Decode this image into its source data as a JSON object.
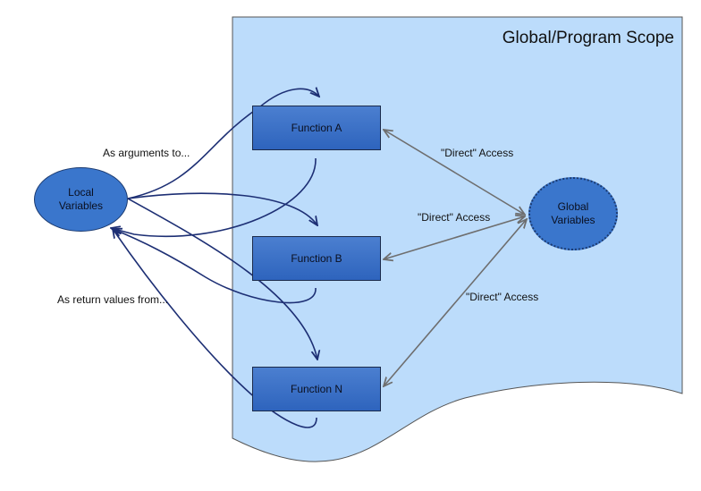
{
  "scope_title": "Global/Program Scope",
  "local_variables": {
    "line1": "Local",
    "line2": "Variables"
  },
  "global_variables": {
    "line1": "Global",
    "line2": "Variables"
  },
  "functions": [
    "Function A",
    "Function B",
    "Function N"
  ],
  "labels": {
    "arguments": "As arguments to...",
    "return_values": "As return values from...",
    "direct_access": "\"Direct\" Access"
  },
  "colors": {
    "scope_fill": "#bcdcfb",
    "box_fill": "#3a70c8",
    "curve_stroke": "#1d2f74",
    "access_stroke": "#6e6e6e"
  }
}
